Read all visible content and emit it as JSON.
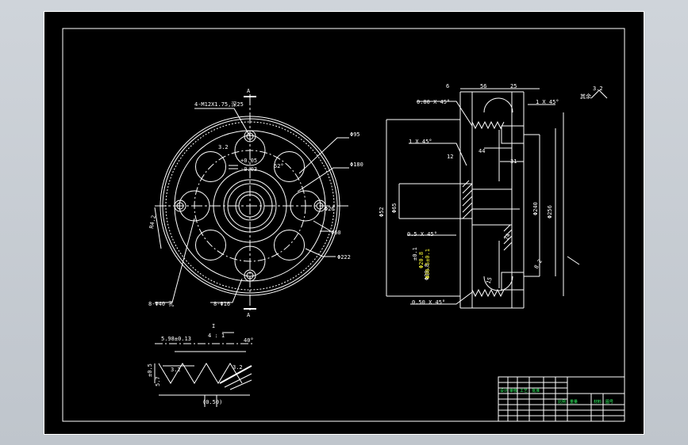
{
  "drawing": {
    "colors": {
      "background": "#000000",
      "line": "#ffffff",
      "highlight": "#ffff33",
      "table_text": "#33ff66"
    },
    "labels": {
      "section_top": "A",
      "section_bottom": "A",
      "holes_m": "4-M12X1.75,深25",
      "dia_95": "Φ95",
      "dia_180": "Φ180",
      "dia_222": "Φ222",
      "dia_60": "Φ60",
      "dia_26": "Φ26",
      "holes_40": "8-Φ40 孔",
      "holes_16": "8-Φ16",
      "tol_a": "+0.05",
      "tol_b": "-0.03",
      "radial": "R4.2",
      "angle_a": "3.2",
      "angle_b": "52°",
      "dim_6": "6",
      "dim_56": "56",
      "dim_25": "25",
      "cham_top": "0.80 X 45°",
      "cham_right": "1 X 45°",
      "cham_mid": "1 X 45°",
      "cham_low": "0.5 X 45°",
      "cham_bot": "0.50 X 45°",
      "dim_44": "44",
      "dim_31": "31",
      "dim_52": "Φ52",
      "dim_65": "Φ65",
      "dim_240": "Φ240",
      "dim_256": "Φ256",
      "tol_c": "±0.1",
      "hl_a": "Φ30.5±0.1",
      "hl_b": "Φ20.8",
      "bottom_dim": "Φ30.8",
      "dim_24": "24",
      "dim_15": "15",
      "dim_82": "8.2",
      "dim_12": "12",
      "surface": "3.2",
      "surface_note": "其余",
      "detail_dim": "5.98±0.13",
      "detail_scale": "I",
      "detail_ratio": "4 : 1",
      "detail_angle": "40°",
      "detail_tol": "±0.5",
      "detail_val": "5.7",
      "detail_a": "3.2",
      "detail_b": "3.2",
      "detail_c": "(0.50)"
    },
    "title_block": {
      "cells": [
        "设计",
        "审核",
        "工艺",
        "批准",
        "比例",
        "重量",
        "材料",
        "图号"
      ]
    }
  }
}
